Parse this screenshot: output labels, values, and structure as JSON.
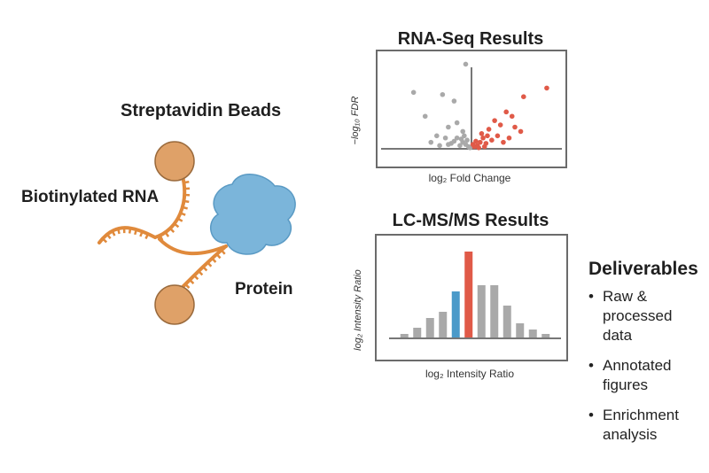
{
  "labels": {
    "streptavidin": "Streptavidin Beads",
    "biotinylated": "Biotinylated RNA",
    "protein": "Protein"
  },
  "colors": {
    "bead": "#dfa168",
    "rna": "#e08a3c",
    "protein": "#7bb5da",
    "up": "#e05a48",
    "neutral": "#a9a9a9",
    "highlight": "#4b9ac9"
  },
  "chart_data": [
    {
      "type": "scatter",
      "title": "RNA-Seq Results",
      "xlabel": "log₂ Fold Change",
      "ylabel": "−log₁₀ FDR",
      "xlim": [
        -3,
        3
      ],
      "ylim": [
        0,
        4
      ],
      "series": [
        {
          "points": [
            [
              -2.0,
              2.6
            ],
            [
              -1.0,
              2.5
            ],
            [
              -0.2,
              3.9
            ],
            [
              -0.6,
              2.2
            ],
            [
              -1.6,
              1.5
            ],
            [
              -0.5,
              1.2
            ],
            [
              -0.8,
              1.0
            ],
            [
              -0.3,
              0.8
            ],
            [
              -1.2,
              0.6
            ],
            [
              -0.9,
              0.5
            ],
            [
              -0.5,
              0.5
            ],
            [
              -0.3,
              0.3
            ],
            [
              -0.6,
              0.35
            ],
            [
              -0.2,
              0.2
            ],
            [
              -0.1,
              0.1
            ],
            [
              -0.4,
              0.15
            ],
            [
              -1.4,
              0.3
            ],
            [
              -0.7,
              0.25
            ],
            [
              -0.15,
              0.4
            ],
            [
              -0.05,
              0.05
            ],
            [
              -0.25,
              0.6
            ],
            [
              -0.35,
              0.45
            ],
            [
              -0.8,
              0.2
            ],
            [
              -1.1,
              0.15
            ]
          ]
        },
        {
          "points": [
            [
              2.6,
              2.8
            ],
            [
              1.8,
              2.4
            ],
            [
              1.2,
              1.7
            ],
            [
              0.8,
              1.3
            ],
            [
              1.0,
              1.1
            ],
            [
              1.5,
              1.0
            ],
            [
              0.6,
              0.9
            ],
            [
              0.9,
              0.6
            ],
            [
              0.4,
              0.5
            ],
            [
              1.3,
              0.5
            ],
            [
              0.3,
              0.3
            ],
            [
              0.5,
              0.25
            ],
            [
              0.2,
              0.15
            ],
            [
              0.7,
              0.4
            ],
            [
              1.1,
              0.3
            ],
            [
              0.1,
              0.1
            ],
            [
              0.35,
              0.7
            ],
            [
              1.7,
              0.8
            ],
            [
              0.15,
              0.35
            ],
            [
              0.55,
              0.6
            ],
            [
              0.25,
              0.05
            ],
            [
              0.45,
              0.1
            ],
            [
              0.05,
              0.2
            ],
            [
              1.4,
              1.5
            ]
          ]
        }
      ]
    },
    {
      "type": "bar",
      "title": "LC-MS/MS Results",
      "xlabel": "log₂ Intensity Ratio",
      "ylabel": "log₂ Intensity Ratio",
      "ylim": [
        0,
        100
      ],
      "values": [
        5,
        12,
        23,
        30,
        53,
        98,
        60,
        60,
        37,
        17,
        10,
        5
      ]
    }
  ],
  "deliverables": {
    "title": "Deliverables",
    "items": [
      "Raw &\nprocessed\ndata",
      "Annotated\nfigures",
      "Enrichment\nanalysis"
    ],
    "bullet": "•"
  }
}
